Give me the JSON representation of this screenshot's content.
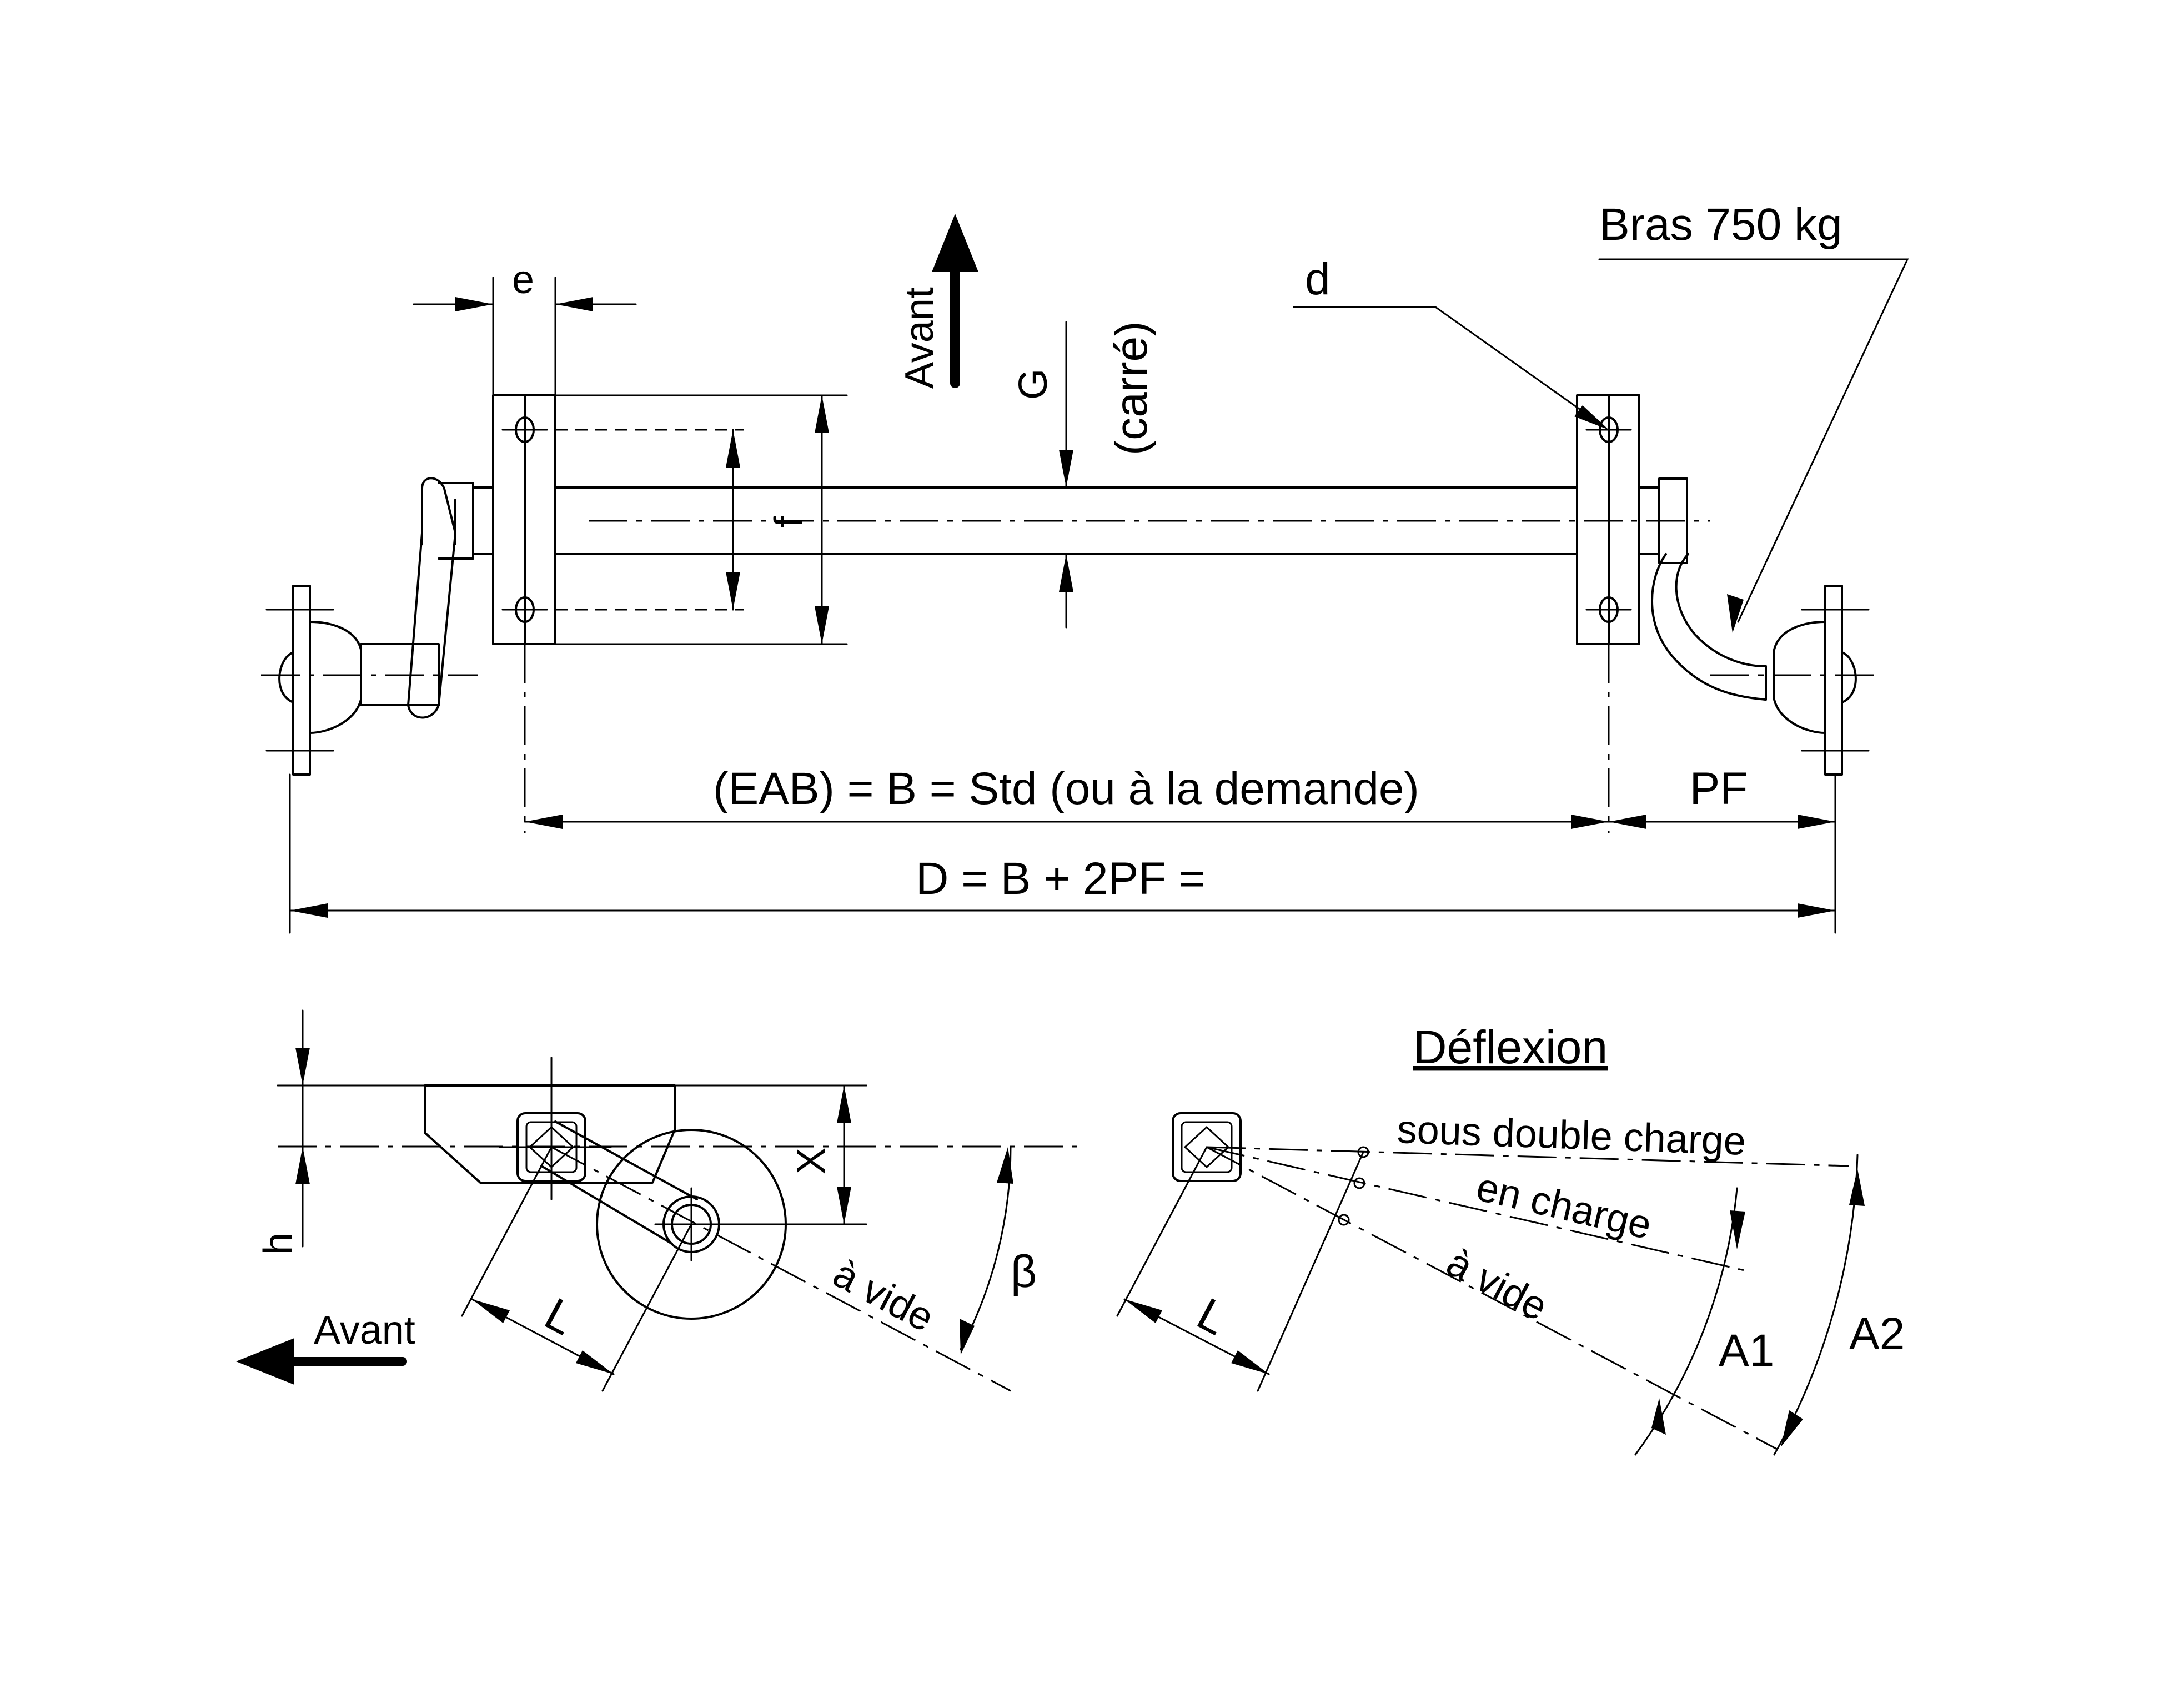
{
  "labels": {
    "e": "e",
    "d": "d",
    "f": "f",
    "g": "G",
    "carre": "(carré)",
    "avant_top": "Avant",
    "bras": "Bras 750 kg",
    "eab": "(EAB) = B = Std (ou à la demande)",
    "pf": "PF",
    "d_formula": "D = B + 2PF =",
    "h": "h",
    "x": "X",
    "l_left": "L",
    "l_right": "L",
    "beta": "β",
    "avant_bottom": "Avant",
    "a_vide_left": "à vide",
    "deflexion": "Déflexion",
    "sous_double_charge": "sous double charge",
    "en_charge": "en charge",
    "a_vide_right": "à vide",
    "a1": "A1",
    "a2": "A2"
  }
}
